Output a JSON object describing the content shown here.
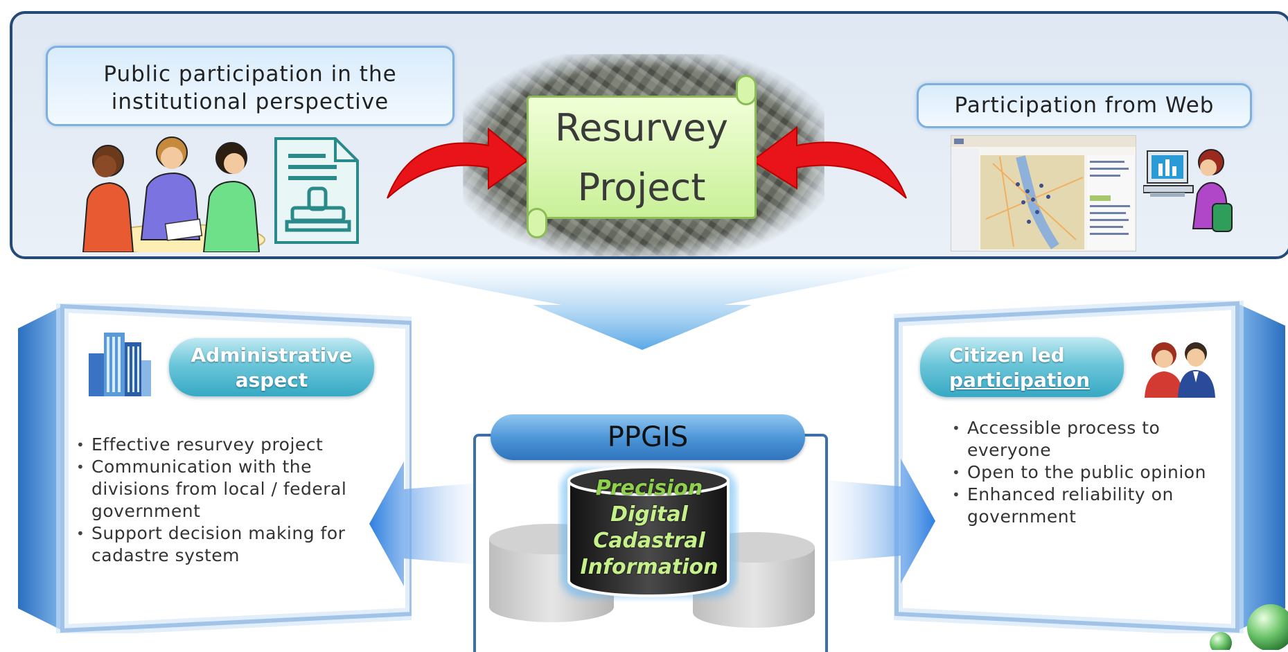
{
  "top_panel": {
    "institutional_label_line1": "Public participation in the",
    "institutional_label_line2": "institutional perspective",
    "web_label": "Participation from Web",
    "resurvey_line1": "Resurvey",
    "resurvey_line2": "Project"
  },
  "administrative": {
    "badge_line1": "Administrative",
    "badge_line2": "aspect",
    "bullets": [
      "Effective resurvey project",
      "Communication with the divisions from local / federal government",
      "Support decision making for cadastre system"
    ]
  },
  "citizen": {
    "badge_line1": "Citizen led",
    "badge_line2": "participation",
    "bullets": [
      "Accessible process to everyone",
      "Open to the public opinion",
      "Enhanced reliability on government"
    ]
  },
  "ppgis": {
    "title": "PPGIS",
    "cylinder_lines": [
      "Precision",
      "Digital",
      "Cadastral",
      "Information"
    ]
  },
  "colors": {
    "panel_border": "#244a78",
    "red_arrow": "#e8141a",
    "badge_teal": "#36a9c4",
    "ppgis_blue": "#4a93d6",
    "cylinder_text_green": "#c5f08a"
  }
}
